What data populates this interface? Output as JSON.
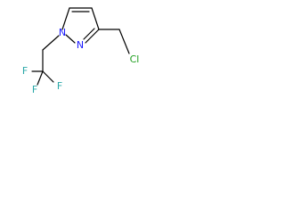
{
  "molecule": {
    "atoms": {
      "n1": {
        "text": "N",
        "color": "#1a1aff"
      },
      "n2": {
        "text": "N",
        "color": "#1a1aff"
      },
      "cl": {
        "text": "Cl",
        "color": "#1e9e1e"
      },
      "f1": {
        "text": "F",
        "color": "#2aa8a8"
      },
      "f2": {
        "text": "F",
        "color": "#2aa8a8"
      },
      "f3": {
        "text": "F",
        "color": "#2aa8a8"
      }
    },
    "bond_color": "#000000"
  }
}
